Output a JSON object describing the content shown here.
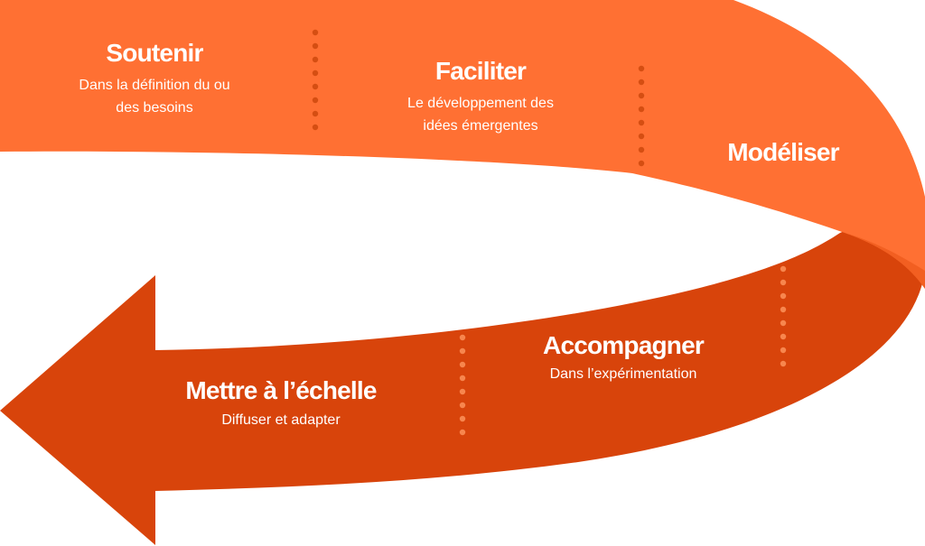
{
  "colors": {
    "band_upper": "#FF7033",
    "band_lower": "#D8440B",
    "band_edge": "#F25F21",
    "dots_upper": "#D54E12",
    "dots_lower": "#F7864E",
    "text": "#FFFFFF"
  },
  "stages": [
    {
      "title": "Soutenir",
      "sub_line1": "Dans la définition du ou",
      "sub_line2": "des besoins"
    },
    {
      "title": "Faciliter",
      "sub_line1": "Le développement des",
      "sub_line2": "idées émergentes"
    },
    {
      "title": "Modéliser",
      "sub_line1": "",
      "sub_line2": ""
    },
    {
      "title": "Accompagner",
      "sub_line1": "Dans l’expérimentation",
      "sub_line2": ""
    },
    {
      "title": "Mettre à l’échelle",
      "sub_line1": "Diffuser et adapter",
      "sub_line2": ""
    }
  ]
}
